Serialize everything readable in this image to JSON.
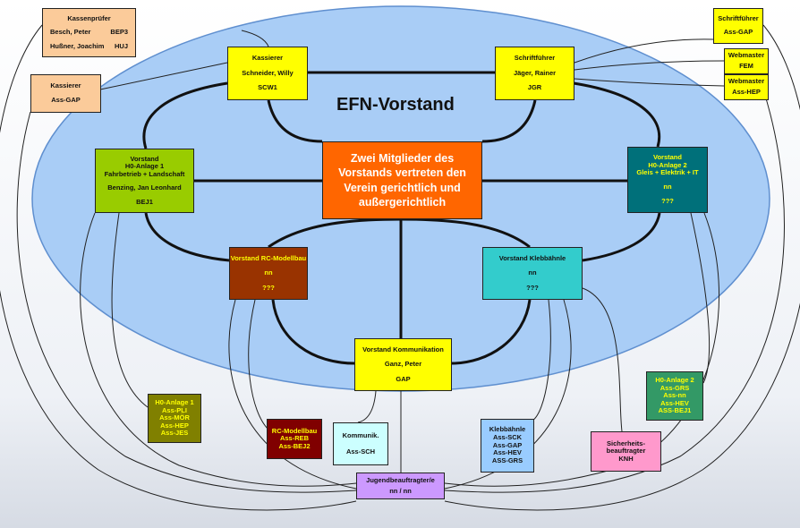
{
  "title": "EFN-Vorstand",
  "center": {
    "lines": [
      "Zwei Mitglieder des",
      "Vorstands vertreten den",
      "Verein gerichtlich und",
      "außergerichtlich"
    ]
  },
  "kassenpruefer": {
    "title": "Kassenprüfer",
    "r1_name": "Besch, Peter",
    "r1_code": "BEP3",
    "r2_name": "Hußner, Joachim",
    "r2_code": "HUJ"
  },
  "kassierer_ass": {
    "title": "Kassierer",
    "value": "Ass-GAP"
  },
  "kassierer": {
    "title": "Kassierer",
    "name": "Schneider, Willy",
    "code": "SCW1"
  },
  "schriftfuehrer": {
    "title": "Schriftführer",
    "name": "Jäger, Rainer",
    "code": "JGR"
  },
  "schriftfuehrer_ass": {
    "title": "Schriftführer",
    "value": "Ass-GAP"
  },
  "webmaster1": {
    "title": "Webmaster",
    "value": "FEM"
  },
  "webmaster2": {
    "title": "Webmaster",
    "value": "Ass-HEP"
  },
  "h0_1": {
    "l1": "Vorstand",
    "l2": "H0-Anlage 1",
    "l3": "Fahrbetrieb + Landschaft",
    "name": "Benzing, Jan Leonhard",
    "code": "BEJ1"
  },
  "h0_2": {
    "l1": "Vorstand",
    "l2": "H0-Anlage 2",
    "l3": "Gleis + Elektrik + IT",
    "name": "nn",
    "code": "???"
  },
  "rc": {
    "title": "Vorstand RC-Modellbau",
    "name": "nn",
    "code": "???"
  },
  "kleb": {
    "title": "Vorstand Klebbähnle",
    "name": "nn",
    "code": "???"
  },
  "komm": {
    "title": "Vorstand Kommunikation",
    "name": "Ganz, Peter",
    "code": "GAP"
  },
  "h0_1_ass": {
    "lines": [
      "H0-Anlage 1",
      "Ass-PLI",
      "Ass-MÖR",
      "Ass-HEP",
      "Ass-JES"
    ]
  },
  "rc_ass": {
    "lines": [
      "RC-Modellbau",
      "Ass-REB",
      "Ass-BEJ2"
    ]
  },
  "komm_ass": {
    "title": "Kommunik.",
    "value": "Ass-SCH"
  },
  "kleb_ass": {
    "lines": [
      "Klebbähnle",
      "Ass-SCK",
      "Ass-GAP",
      "Ass-HEV",
      "ASS-GRS"
    ]
  },
  "sicherheit": {
    "lines": [
      "Sicherheits-",
      "beauftragter",
      "KNH"
    ]
  },
  "h0_2_ass": {
    "lines": [
      "H0-Anlage 2",
      "Ass-GRS",
      "Ass-nn",
      "Ass-HEV",
      "ASS-BEJ1"
    ]
  },
  "jugend": {
    "title": "Jugendbeauftragter/e",
    "value": "nn / nn"
  },
  "colors": {
    "ellipse": "#a9cdf6",
    "yellow": "#ffff00",
    "peach": "#fbcb9a",
    "green_light": "#99cc00",
    "teal_dark": "#00707a",
    "brown": "#993300",
    "cyan": "#33cccc",
    "olive": "#808000",
    "dark_red": "#800000",
    "light_cyan": "#ccffff",
    "light_blue": "#99ccff",
    "pink": "#ff99cc",
    "green": "#339966",
    "lavender": "#cc99ff",
    "orange": "#ff6600"
  }
}
